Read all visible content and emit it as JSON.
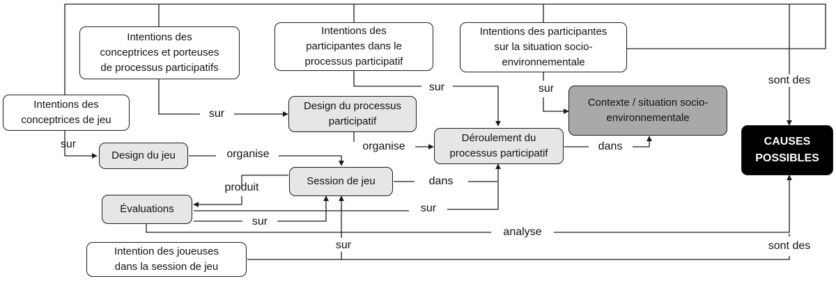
{
  "nodes": {
    "int_conc_port": "Intentions des\nconceptrices et porteuses\nde processus participatifs",
    "int_part_proc": "Intentions des\nparticipantes dans le\nprocessus participatif",
    "int_part_sit": "Intentions des participantes\nsur la situation socio-\nenvironnementale",
    "int_conc_jeu": "Intentions des\nconceptrices de jeu",
    "design_proc": "Design du processus\nparticipatif",
    "contexte": "Contexte / situation socio-\nenvironnementale",
    "deroulement": "Déroulement du\nprocessus participatif",
    "design_jeu": "Design du jeu",
    "session": "Session de jeu",
    "evaluations": "Évaluations",
    "causes": "CAUSES\nPOSSIBLES",
    "int_joueuses": "Intention des joueuses\ndans la session de jeu"
  },
  "edge_labels": {
    "sur_design_jeu": "sur",
    "sur_design_proc": "sur",
    "sur_deroulement": "sur",
    "sur_contexte": "sur",
    "organise_jeu": "organise",
    "organise_proc": "organise",
    "dans_contexte": "dans",
    "dans_deroulement": "dans",
    "produit": "produit",
    "sur_eval_session": "sur",
    "sur_session_deroulement": "sur",
    "analyse": "analyse",
    "sur_joueuses": "sur",
    "sont_des_top": "sont des",
    "sont_des_bottom": "sont des"
  },
  "colors": {
    "line": "#1a1a1a",
    "light_fill": "#e6e6e6",
    "mid_fill": "#a9a9a9",
    "dark_fill": "#000000"
  }
}
